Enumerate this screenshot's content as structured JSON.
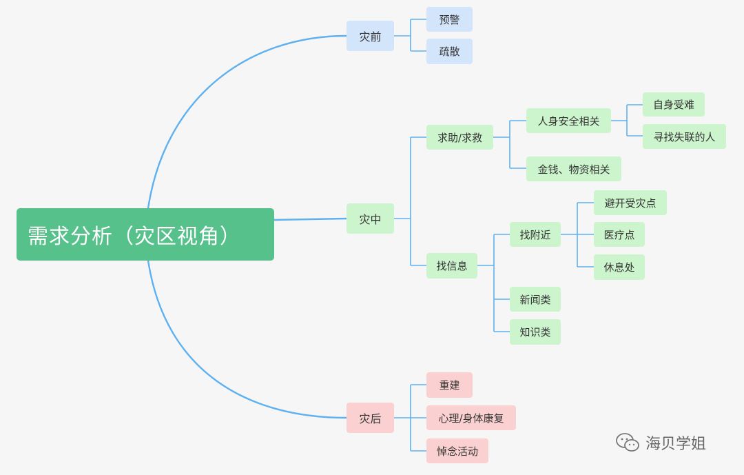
{
  "root": "需求分析（灾区视角）",
  "pre": {
    "label": "灾前",
    "children": [
      "预警",
      "疏散"
    ]
  },
  "mid": {
    "label": "灾中",
    "help": {
      "label": "求助/求救",
      "personal": {
        "label": "人身安全相关",
        "children": [
          "自身受难",
          "寻找失联的人"
        ]
      },
      "money": "金钱、物资相关"
    },
    "info": {
      "label": "找信息",
      "nearby": {
        "label": "找附近",
        "children": [
          "避开受灾点",
          "医疗点",
          "休息处"
        ]
      },
      "news": "新闻类",
      "knowledge": "知识类"
    }
  },
  "post": {
    "label": "灾后",
    "children": [
      "重建",
      "心理/身体康复",
      "悼念活动"
    ]
  },
  "watermark": {
    "text": "海贝学姐",
    "icon": "wechat-icon"
  },
  "colors": {
    "root": "#57c18b",
    "pre": "#d3e5fb",
    "mid": "#cdf5cd",
    "post": "#fbd0d0",
    "edge": "#5eb1f0"
  }
}
